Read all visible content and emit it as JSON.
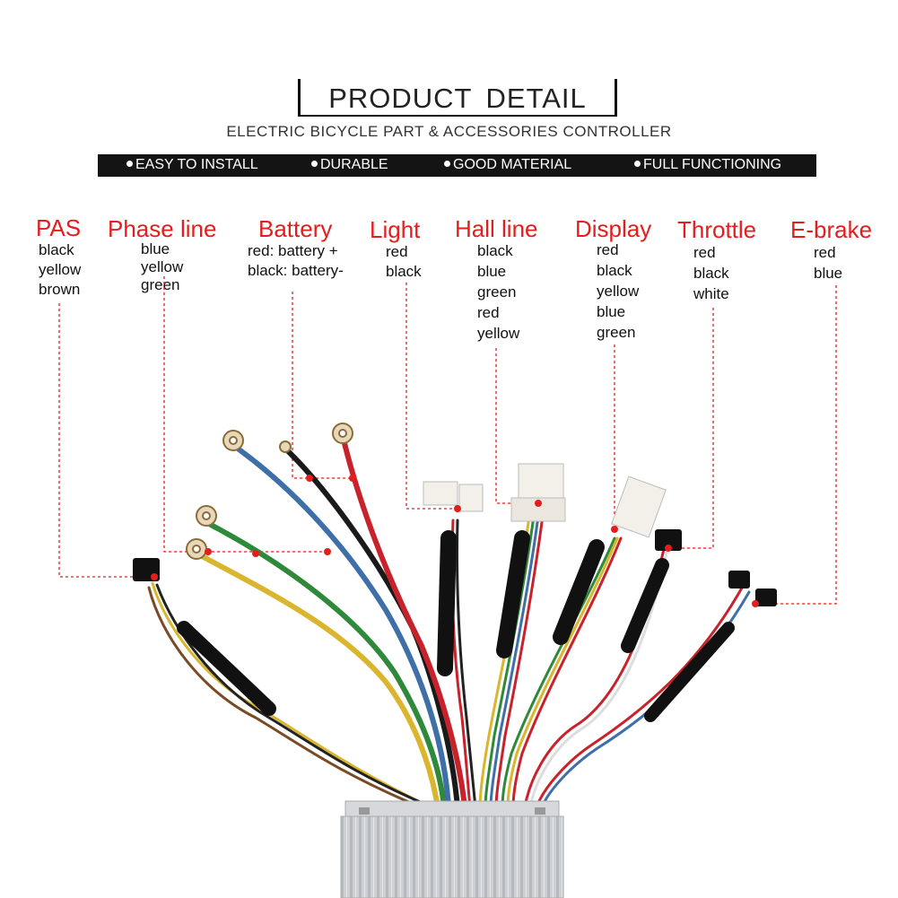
{
  "header": {
    "title": "PRODUCT  DETAIL",
    "subtitle": "ELECTRIC BICYCLE PART & ACCESSORIES CONTROLLER"
  },
  "features": [
    "EASY TO INSTALL",
    "DURABLE",
    "GOOD MATERIAL",
    "FULL FUNCTIONING"
  ],
  "labels": [
    {
      "name": "PAS",
      "wires": [
        "black",
        "yellow",
        "brown"
      ]
    },
    {
      "name": "Phase line",
      "wires": [
        "blue",
        "yellow",
        "green"
      ]
    },
    {
      "name": "Battery",
      "wires": [
        "red: battery +",
        "black: battery-"
      ]
    },
    {
      "name": "Light",
      "wires": [
        "red",
        "black"
      ]
    },
    {
      "name": "Hall line",
      "wires": [
        "black",
        "blue",
        "green",
        "red",
        "yellow"
      ]
    },
    {
      "name": "Display",
      "wires": [
        "red",
        "black",
        "yellow",
        "blue",
        "green"
      ]
    },
    {
      "name": "Throttle",
      "wires": [
        "red",
        "black",
        "white"
      ]
    },
    {
      "name": "E-brake",
      "wires": [
        "red",
        "blue"
      ]
    }
  ],
  "colors": {
    "accent": "#e41d1d",
    "feature_bar": "#141414",
    "wire_red": "#c8232c",
    "wire_blue": "#3e6fa8",
    "wire_green": "#2e8a3a",
    "wire_yellow": "#d9b62e",
    "wire_black": "#1a1a1a",
    "controller_body": "#c9ccd0"
  }
}
